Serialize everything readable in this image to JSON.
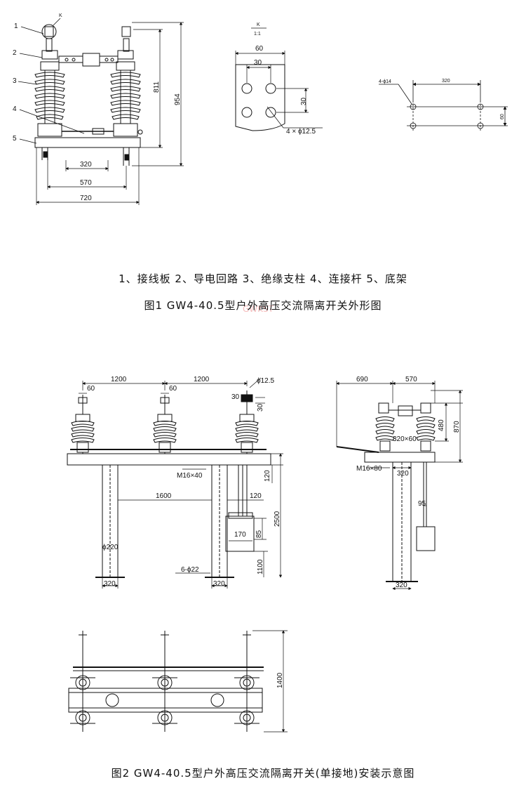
{
  "figure1": {
    "legend_text": "1、接线板   2、导电回路   3、绝缘支柱   4、连接杆   5、底架",
    "caption": "图1  GW4-40.5型户外高压交流隔离开关外形图",
    "part_numbers": [
      "1",
      "2",
      "3",
      "4",
      "5"
    ],
    "detail_label": "K",
    "dims": {
      "d811": "811",
      "d954": "954",
      "d320": "320",
      "d570": "570",
      "d720": "720"
    }
  },
  "detail_k": {
    "title": "K",
    "scale": "1:1",
    "dims": {
      "w60": "60",
      "w30": "30",
      "h30": "30",
      "holes": "4 × ϕ12.5"
    }
  },
  "mount_plan": {
    "dims": {
      "holes": "4-ϕ14",
      "w320": "320",
      "h60": "60"
    }
  },
  "figure2": {
    "caption": "图2  GW4-40.5型户外高压交流隔离开关(单接地)安装示意图",
    "front_dims": {
      "d1200a": "1200",
      "d1200b": "1200",
      "d60a": "60",
      "d60b": "60",
      "d12_5": "ϕ12.5",
      "d30a": "30",
      "d30b": "30",
      "m16": "M16×40",
      "d1600": "1600",
      "d120a": "120",
      "d120b": "120",
      "d2500": "2500",
      "d170": "170",
      "d85": "85",
      "d1100": "1100",
      "d220": "ϕ220",
      "d6_22": "6-ϕ22",
      "d320a": "320",
      "d320b": "320"
    },
    "side_dims": {
      "d690": "690",
      "d570": "570",
      "d480": "480",
      "d870": "870",
      "d320x60": "320×60",
      "m16x80": "M16×80",
      "d320a": "320",
      "d95": "95",
      "d320b": "320"
    },
    "plan_dims": {
      "d1400": "1400"
    }
  },
  "watermark": "GWKST"
}
